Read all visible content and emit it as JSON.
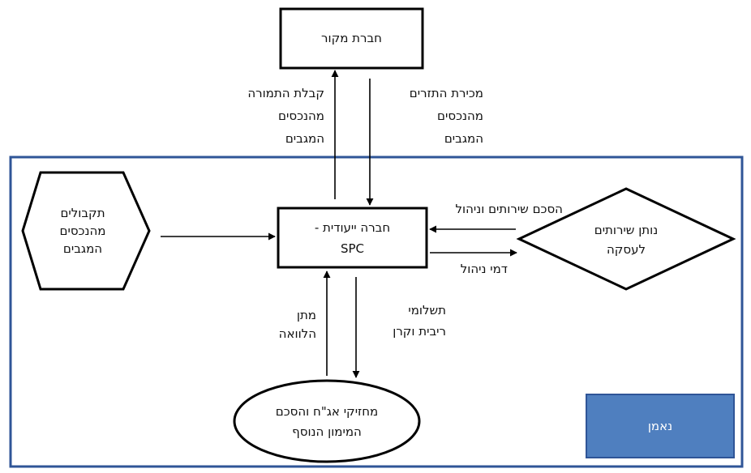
{
  "nodes": {
    "source_company": "חברת מקור",
    "spc_line1": "חברה ייעודית -",
    "spc_line2": "SPC",
    "receivables_line1": "תקבולים",
    "receivables_line2": "מהנכסים",
    "receivables_line3": "המגבים",
    "service_provider_line1": "נותן שירותים",
    "service_provider_line2": "לעסקה",
    "bondholders_line1": "מחזיקי אג\"ח והסכם",
    "bondholders_line2": "המימון הנוסף",
    "trustee": "נאמן"
  },
  "edges": {
    "sale_line1": "מכירת התזרים",
    "sale_line2": "מהנכסים",
    "sale_line3": "המגבים",
    "consideration_line1": "קבלת התמורה",
    "consideration_line2": "מהנכסים",
    "consideration_line3": "המגבים",
    "services_agreement": "הסכם שירותים וניהול",
    "management_fees": "דמי ניהול",
    "payments_line1": "תשלומי",
    "payments_line2": "ריבית וקרן",
    "loan_line1": "מתן",
    "loan_line2": "הלוואה"
  },
  "colors": {
    "frame": "#2f5597",
    "trustee_fill": "#4f7fbf",
    "trustee_border": "#2f5597",
    "trustee_text": "#ffffff",
    "stroke": "#000000"
  }
}
